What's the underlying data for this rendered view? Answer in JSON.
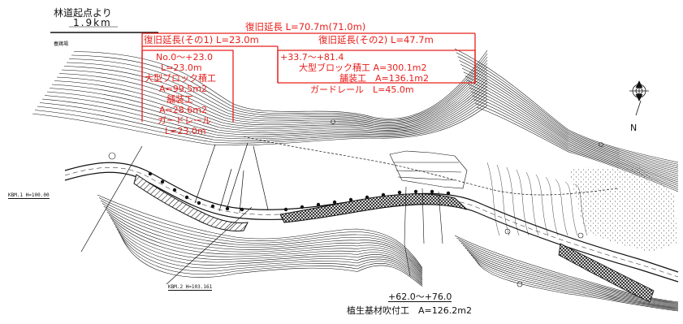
{
  "origin": {
    "title": "林道起点より",
    "distance": "1.9km",
    "note": "養鶏場"
  },
  "total_extent": "復旧延長 L=70.7m(71.0m)",
  "section1": {
    "title": "復旧延長(その1) L=23.0m",
    "lines": [
      "No.0～+23.0",
      "L=23.0m",
      "大型ブロック積工",
      "A=99.5m2",
      "舗装工",
      "A=28.6m2",
      "ガードレール",
      "L=23.0m"
    ]
  },
  "section2": {
    "title": "復旧延長(その2) L=47.7m",
    "lines": [
      "+33.7～+81.4",
      "大型ブロック積工 A=300.1m2",
      "舗装工　A=136.1m2",
      "ガードレール　L=45.0m"
    ]
  },
  "vegetation": {
    "range": "+62.0～+76.0",
    "work": "植生基材吹付工　A=126.2m2"
  },
  "benchmarks": {
    "kbm1": "KBM.1 H=100.00",
    "kbm2": "KBM.2 H=103.161"
  },
  "north_label": "N",
  "colors": {
    "annotation": "#e8201c",
    "linework": "#111111",
    "background": "#ffffff"
  }
}
